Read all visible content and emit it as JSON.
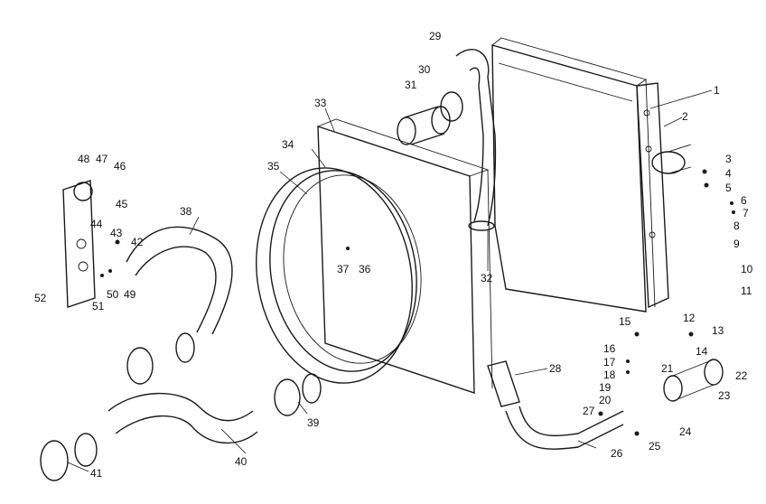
{
  "diagram": {
    "labels": [
      "1",
      "2",
      "3",
      "4",
      "5",
      "6",
      "7",
      "8",
      "9",
      "10",
      "11",
      "12",
      "13",
      "14",
      "15",
      "16",
      "17",
      "18",
      "19",
      "20",
      "21",
      "22",
      "23",
      "24",
      "25",
      "26",
      "27",
      "28",
      "29",
      "30",
      "31",
      "32",
      "33",
      "34",
      "35",
      "36",
      "37",
      "38",
      "39",
      "40",
      "41",
      "42",
      "43",
      "44",
      "45",
      "46",
      "47",
      "48",
      "49",
      "50",
      "51",
      "52"
    ],
    "colors": {
      "line": "#1a1a1a",
      "background": "#ffffff"
    }
  }
}
